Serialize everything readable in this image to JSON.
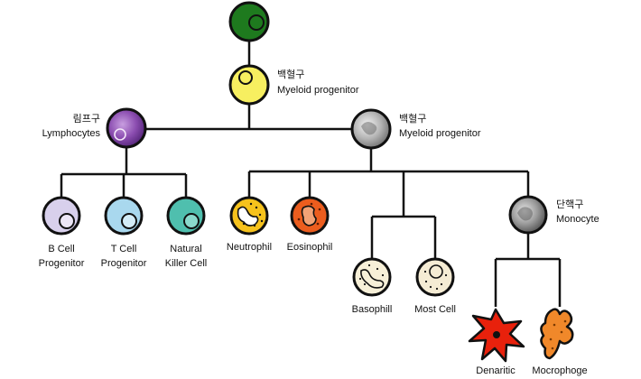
{
  "diagram": {
    "root": {
      "label": ""
    },
    "myeloid_stem": {
      "label_ko": "백혈구",
      "label_en": "Myeloid progenitor"
    },
    "lymphocytes": {
      "label_ko": "림프구",
      "label_en": "Lymphocytes"
    },
    "myeloid_progenitor": {
      "label_ko": "백혈구",
      "label_en": "Myeloid progenitor"
    },
    "lymphoid_children": [
      {
        "line1": "B Cell",
        "line2": "Progenitor",
        "color": "#d8d0ec"
      },
      {
        "line1": "T Cell",
        "line2": "Progenitor",
        "color": "#a9d8ee"
      },
      {
        "line1": "Natural",
        "line2": "Killer Cell",
        "color": "#4fbfae"
      }
    ],
    "myeloid_children": {
      "neutrophil": {
        "label": "Neutrophil",
        "color": "#f6c21c"
      },
      "eosinophil": {
        "label": "Eosinophil",
        "color": "#ec5d1e"
      },
      "basophil": {
        "label": "Basophill",
        "color": "#f7f0d8"
      },
      "mast_cell": {
        "label": "Most Cell",
        "color": "#f5ecd4"
      },
      "monocyte": {
        "label_ko": "단핵구",
        "label_en": "Monocyte"
      },
      "dendritic": {
        "label": "Denaritic",
        "color": "#e8210c"
      },
      "macrophage": {
        "label": "Mocrophoge",
        "color": "#f0882a"
      }
    }
  }
}
